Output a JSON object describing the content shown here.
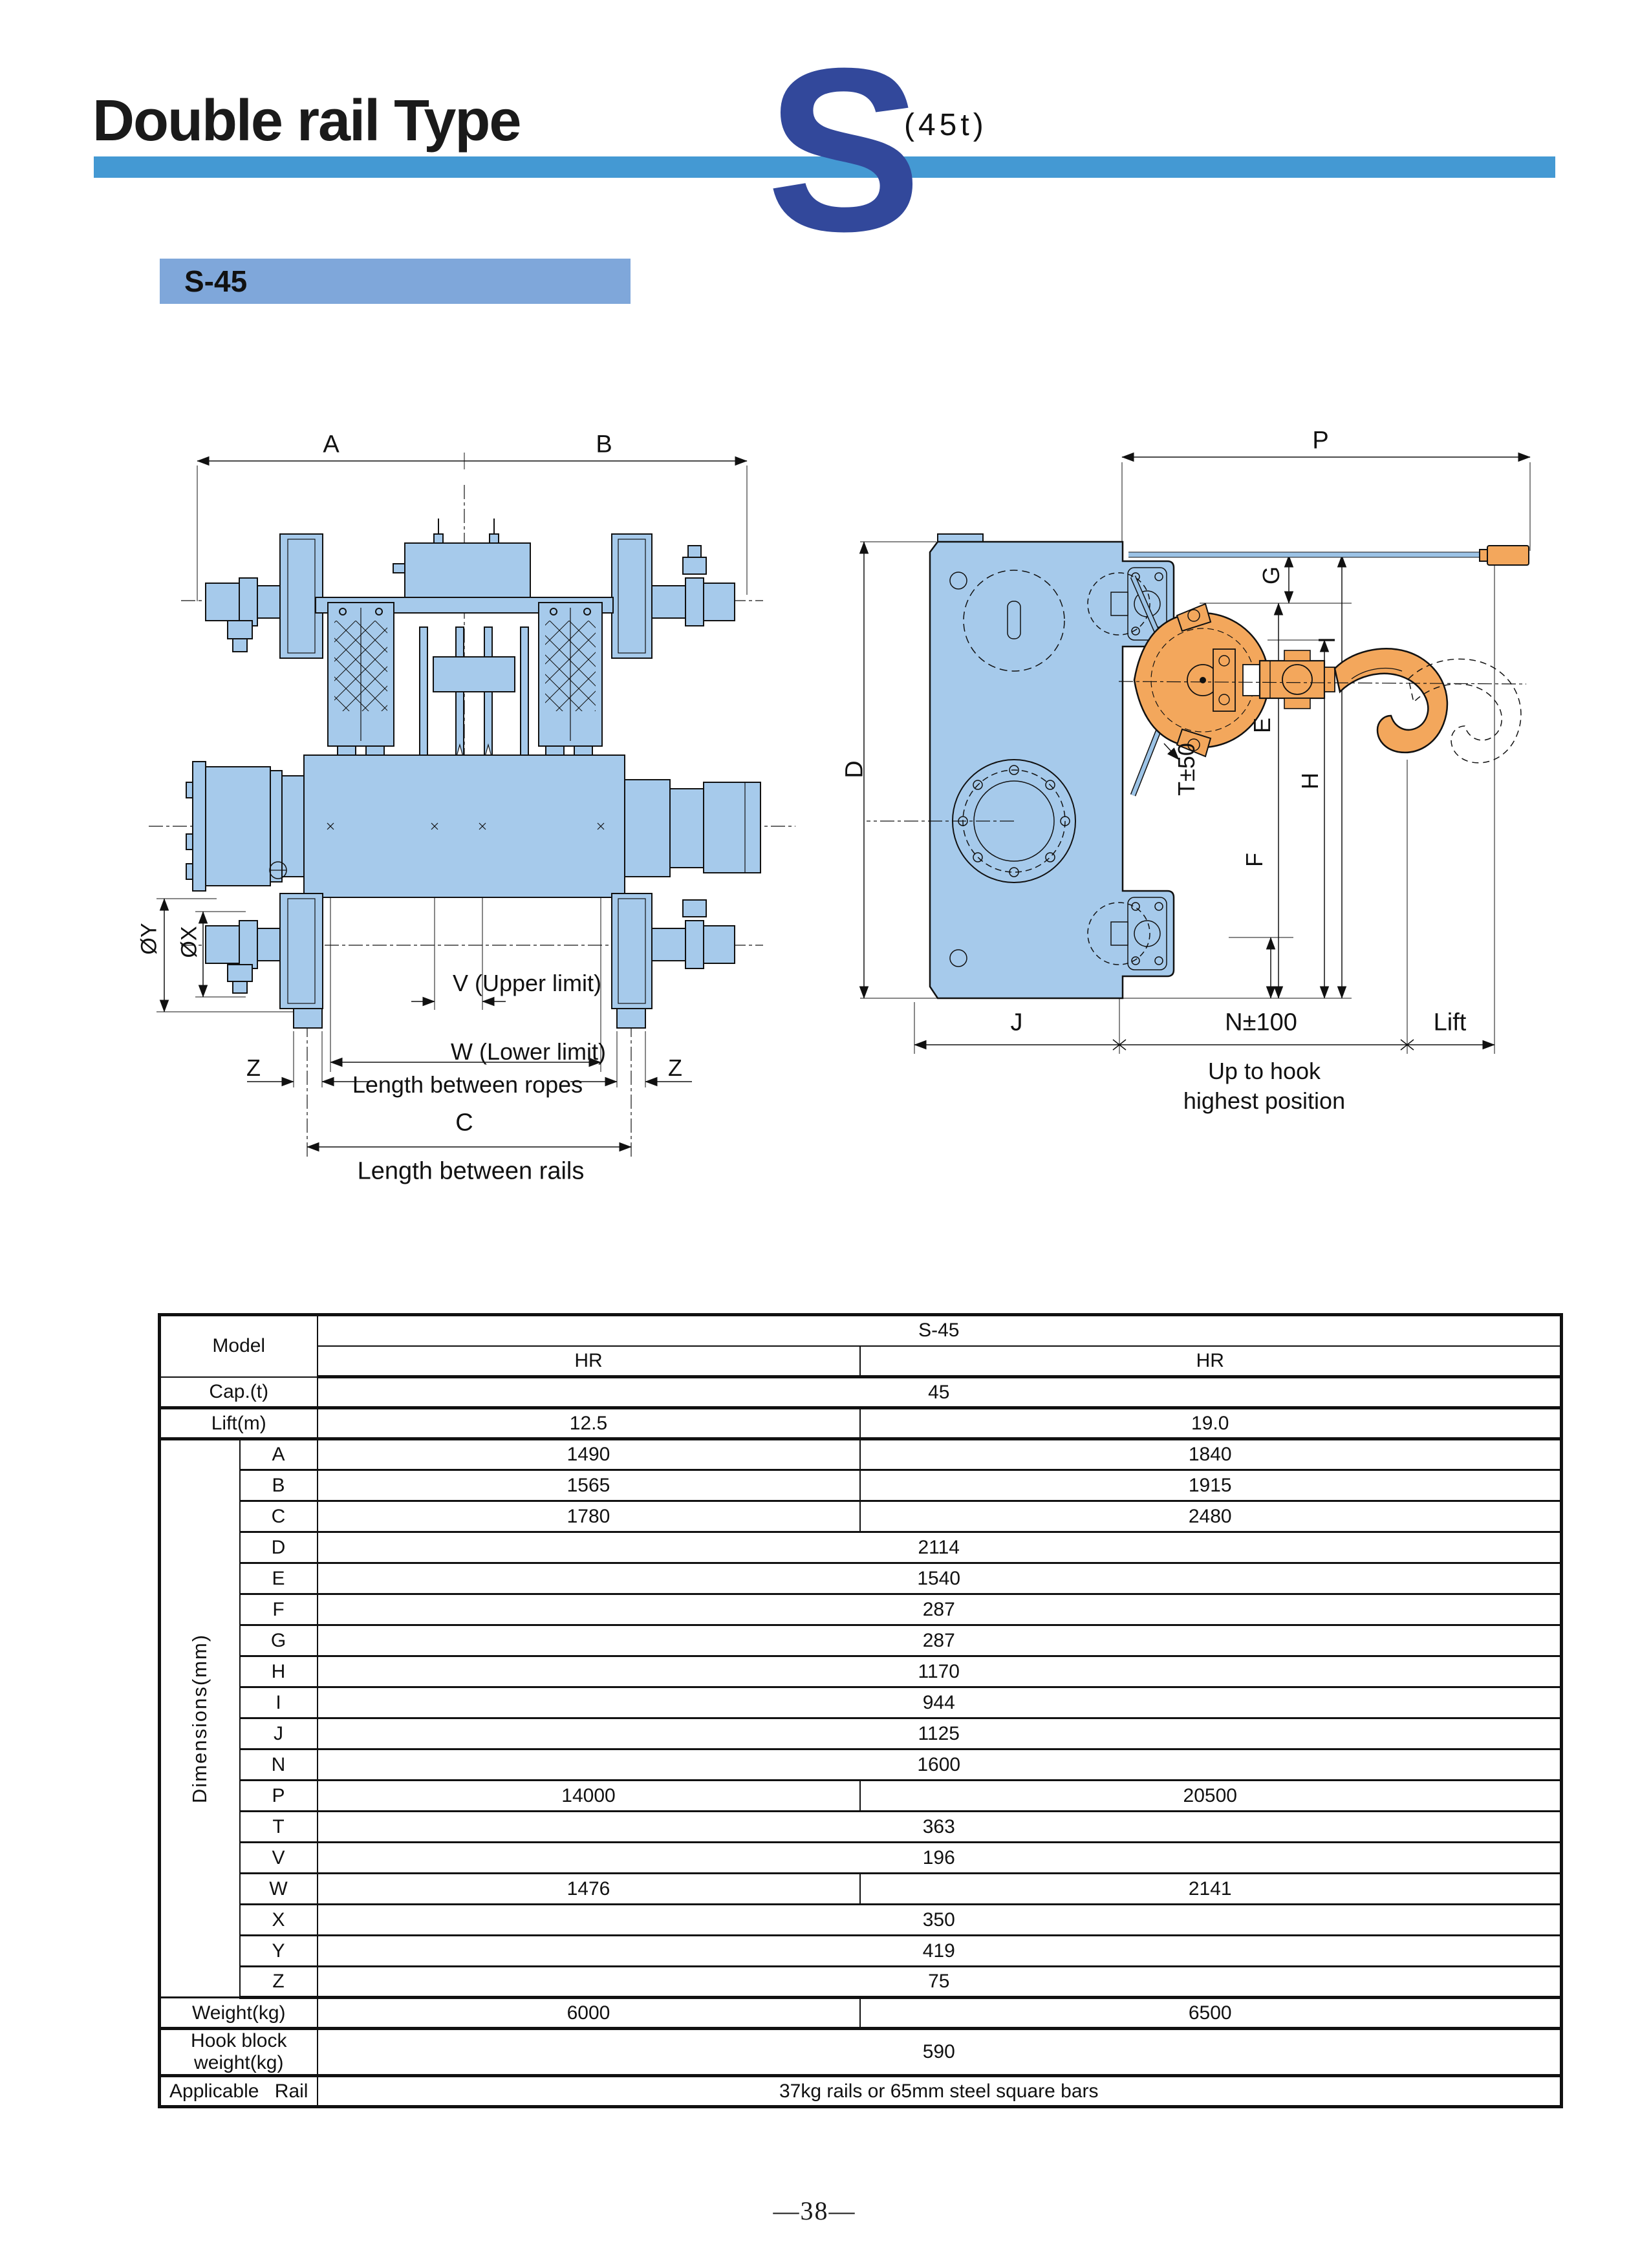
{
  "page": {
    "title": "Double rail Type",
    "type_letter": "S",
    "capacity_note": "(45t)",
    "model_badge": "S-45",
    "page_number": "—38—"
  },
  "colors": {
    "accent_bar": "#4499D3",
    "type_letter": "#32489B",
    "badge_bg": "#7FA7DA",
    "machine_fill": "#A6CAEB",
    "machine_stroke": "#111111",
    "hook_fill": "#F3A75C",
    "rope_blue": "#9CC3E6"
  },
  "diagram_front": {
    "labels": {
      "dim_a": "A",
      "dim_b": "B",
      "dia_y": "ØY",
      "dia_x": "ØX",
      "upper": "V (Upper limit)",
      "lower": "W (Lower limit)",
      "ropes": "Length between ropes",
      "z_left": "Z",
      "z_right": "Z",
      "dim_c": "C",
      "rails": "Length between rails"
    }
  },
  "diagram_side": {
    "labels": {
      "dim_p": "P",
      "dim_g": "G",
      "dim_i": "I",
      "dim_d": "D",
      "dim_e": "E",
      "dim_t": "T±50",
      "dim_h": "H",
      "dim_f": "F",
      "dim_j": "J",
      "dim_n": "N±100",
      "lift": "Lift",
      "caption_1": "Up to hook",
      "caption_2": "highest position"
    }
  },
  "spec_table": {
    "model_label": "Model",
    "model_value": "S-45",
    "variant_headers": [
      "HR",
      "HR"
    ],
    "rows_head": [
      {
        "label": "Cap.(t)",
        "span": "45"
      },
      {
        "label": "Lift(m)",
        "values": [
          "12.5",
          "19.0"
        ]
      }
    ],
    "dimensions_label": "Dimensions(mm)",
    "dimension_rows": [
      {
        "letter": "A",
        "values": [
          "1490",
          "1840"
        ]
      },
      {
        "letter": "B",
        "values": [
          "1565",
          "1915"
        ]
      },
      {
        "letter": "C",
        "values": [
          "1780",
          "2480"
        ]
      },
      {
        "letter": "D",
        "span": "2114"
      },
      {
        "letter": "E",
        "span": "1540"
      },
      {
        "letter": "F",
        "span": "287"
      },
      {
        "letter": "G",
        "span": "287"
      },
      {
        "letter": "H",
        "span": "1170"
      },
      {
        "letter": "I",
        "span": "944"
      },
      {
        "letter": "J",
        "span": "1125"
      },
      {
        "letter": "N",
        "span": "1600"
      },
      {
        "letter": "P",
        "values": [
          "14000",
          "20500"
        ]
      },
      {
        "letter": "T",
        "span": "363"
      },
      {
        "letter": "V",
        "span": "196"
      },
      {
        "letter": "W",
        "values": [
          "1476",
          "2141"
        ]
      },
      {
        "letter": "X",
        "span": "350"
      },
      {
        "letter": "Y",
        "span": "419"
      },
      {
        "letter": "Z",
        "span": "75"
      }
    ],
    "rows_tail": [
      {
        "label": "Weight(kg)",
        "values": [
          "6000",
          "6500"
        ]
      },
      {
        "label": "Hook block weight(kg)",
        "span": "590",
        "small": true
      },
      {
        "label": "Applicable Rail",
        "span": "37kg rails or 65mm steel square bars",
        "rail": true
      }
    ]
  }
}
